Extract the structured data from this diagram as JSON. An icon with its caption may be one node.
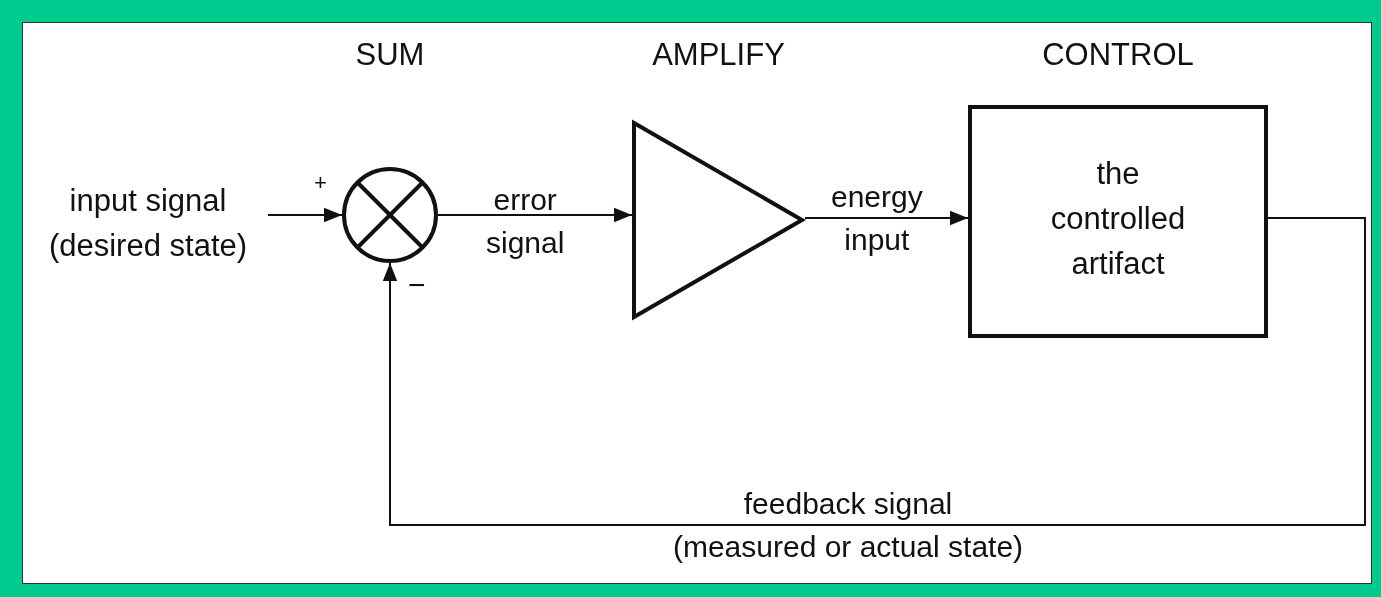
{
  "diagram": {
    "nodes": [
      {
        "text": [
          "input signal (desired state)"
        ]
      },
      {
        "text": [
          "SUM"
        ]
      },
      {
        "text": [
          "AMPLIFY"
        ]
      },
      {
        "text": [
          "CONTROL",
          "the controlled artifact"
        ]
      }
    ],
    "edges": [
      {
        "from": 0,
        "to": 1,
        "arrow": "to"
      },
      {
        "from": 1,
        "to": 2,
        "arrow": "to",
        "label": "error signal"
      },
      {
        "from": 2,
        "to": 3,
        "arrow": "to",
        "label": "energy input"
      },
      {
        "from": 3,
        "to": 1,
        "arrow": "to",
        "label": "feedback signal (measured or actual state)"
      }
    ],
    "labels": [
      "+",
      "−"
    ]
  }
}
